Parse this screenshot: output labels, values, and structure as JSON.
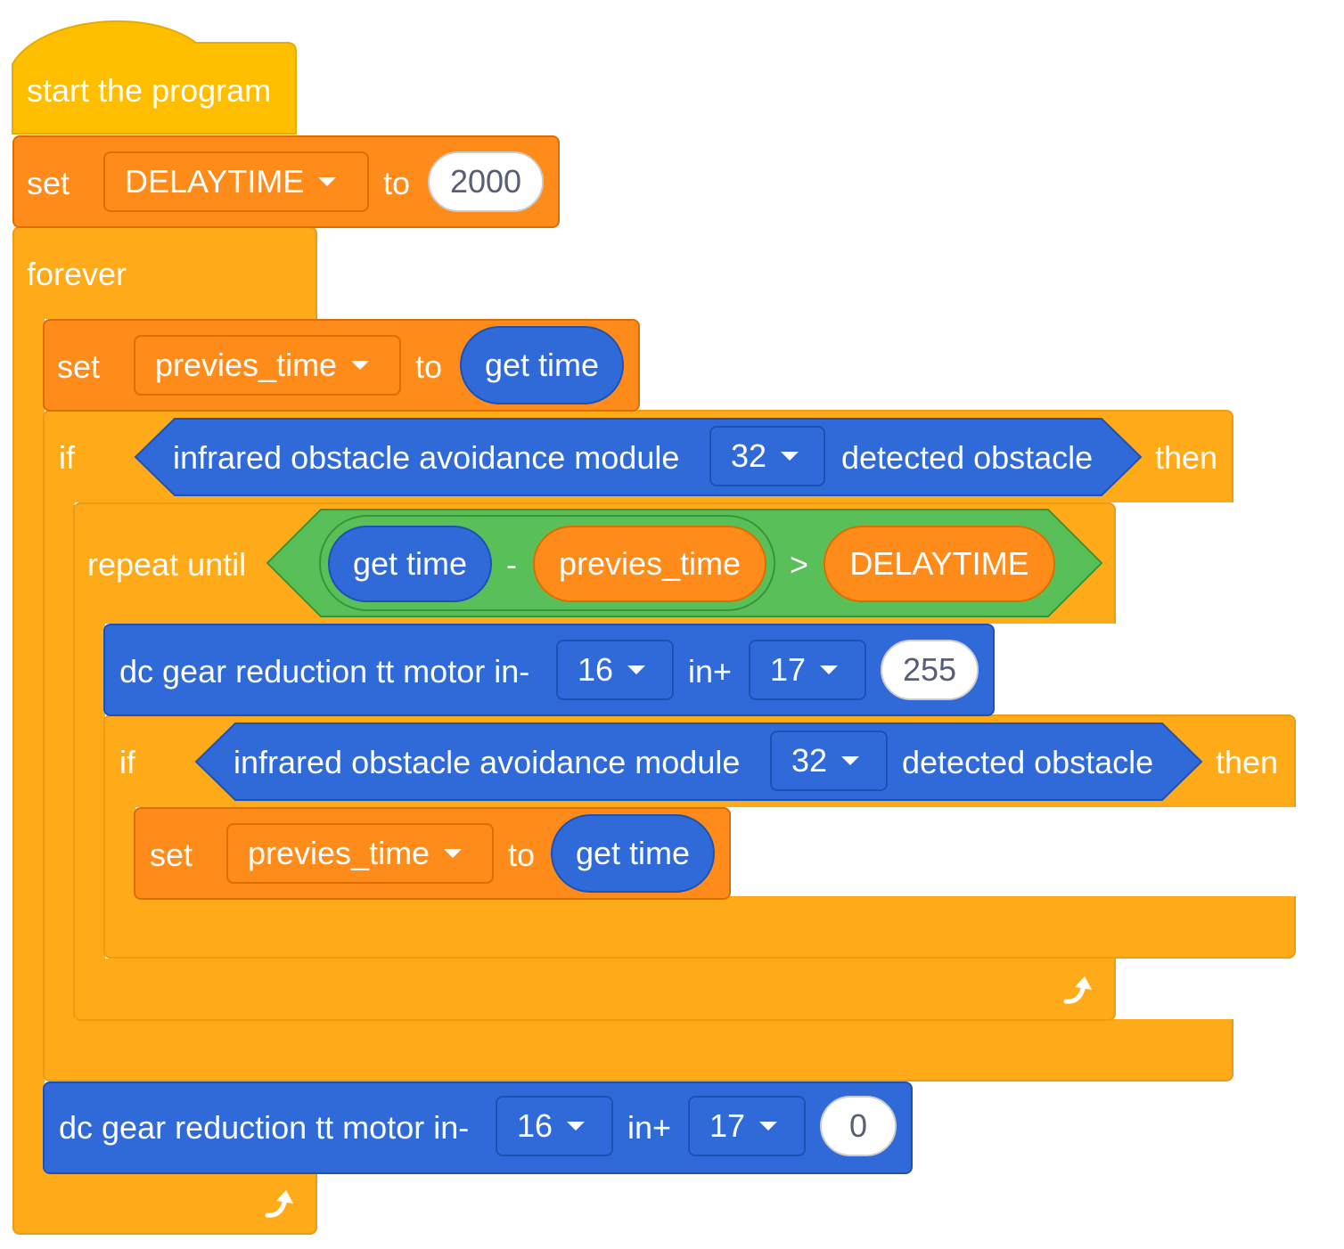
{
  "colors": {
    "hat": "#FFBF00",
    "control": "#FFAB19",
    "variable": "#FF8C1A",
    "sensor_motor": "#2F6AD8",
    "operator": "#59C059"
  },
  "hat": {
    "label": "start the program"
  },
  "set_delay": {
    "set_label": "set",
    "variable": "DELAYTIME",
    "to_label": "to",
    "value": "2000"
  },
  "forever": {
    "label": "forever"
  },
  "set_prev_1": {
    "set_label": "set",
    "variable": "previes_time",
    "to_label": "to",
    "reporter": "get time"
  },
  "if_1": {
    "if_label": "if",
    "sensor_label": "infrared obstacle avoidance module",
    "pin": "32",
    "detected_label": "detected obstacle",
    "then_label": "then"
  },
  "repeat_until": {
    "label": "repeat until",
    "left_reporter": "get time",
    "minus_label": "-",
    "middle_reporter": "previes_time",
    "gt_label": ">",
    "right_reporter": "DELAYTIME"
  },
  "motor_1": {
    "label": "dc gear reduction tt motor in-",
    "in_minus_pin": "16",
    "in_plus_label": "in+",
    "in_plus_pin": "17",
    "speed": "255"
  },
  "if_2": {
    "if_label": "if",
    "sensor_label": "infrared obstacle avoidance module",
    "pin": "32",
    "detected_label": "detected obstacle",
    "then_label": "then"
  },
  "set_prev_2": {
    "set_label": "set",
    "variable": "previes_time",
    "to_label": "to",
    "reporter": "get time"
  },
  "motor_2": {
    "label": "dc gear reduction tt motor in-",
    "in_minus_pin": "16",
    "in_plus_label": "in+",
    "in_plus_pin": "17",
    "speed": "0"
  },
  "icons": {
    "loop": "loop-arrow-icon"
  }
}
